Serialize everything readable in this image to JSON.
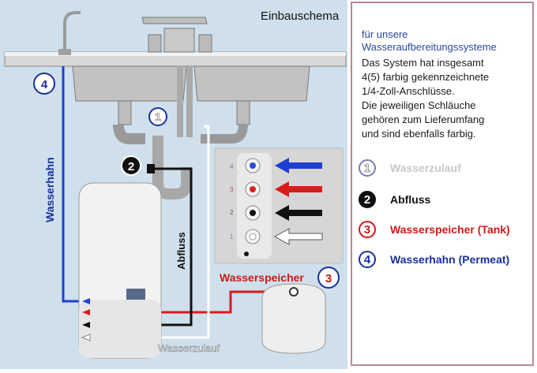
{
  "diagram": {
    "title": "Einbauschema",
    "labels": {
      "wasserhahn": "Wasserhahn",
      "abfluss": "Abfluss",
      "wasserspeicher": "Wasserspeicher",
      "wasserzulauf": "Wasserzulauf"
    },
    "badges": {
      "one": "1",
      "two": "2",
      "three": "3",
      "four": "4"
    },
    "inset_port_numbers": [
      "4",
      "3",
      "2",
      "1"
    ]
  },
  "info": {
    "heading_line1": "für unsere",
    "heading_line2": "Wasseraufbereitungssysteme",
    "body_lines": [
      "Das System hat insgesamt",
      "4(5) farbig gekennzeichnete",
      "1/4-Zoll-Anschlüsse.",
      "Die jeweiligen Schläuche",
      "gehören zum Lieferumfang",
      "und sind ebenfalls farbig."
    ]
  },
  "legend": [
    {
      "number": "1",
      "label": "Wasserzulauf",
      "color": "#c8c8c8"
    },
    {
      "number": "2",
      "label": "Abfluss",
      "color": "#111111"
    },
    {
      "number": "3",
      "label": "Wasserspeicher (Tank)",
      "color": "#d01818"
    },
    {
      "number": "4",
      "label": "Wasserhahn (Permeat)",
      "color": "#1a2fa0"
    }
  ],
  "colors": {
    "blue": "#1f3fd0",
    "red": "#d81c1c",
    "black": "#111111",
    "white": "#ffffff",
    "background": "#cfe0ec",
    "heading_blue": "#2a4aa0"
  }
}
